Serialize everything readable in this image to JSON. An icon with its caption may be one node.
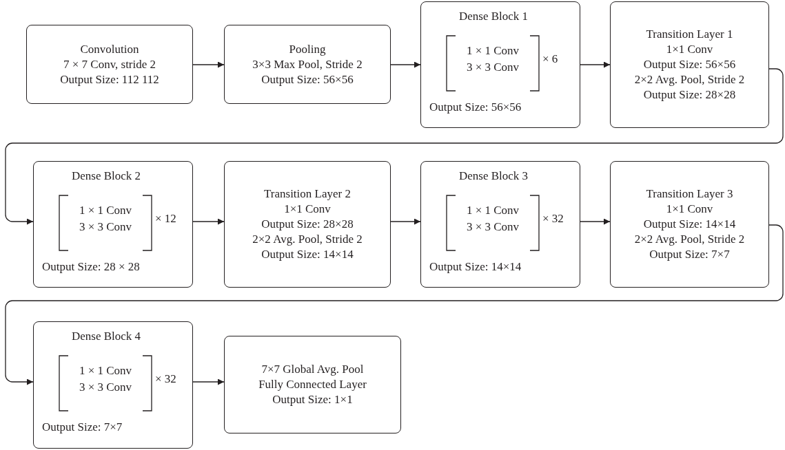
{
  "diagram": {
    "nodes": [
      {
        "text": [
          "Convolution",
          "7 × 7 Conv, stride 2",
          "Output Size: 112 112"
        ]
      },
      {
        "text": [
          "Pooling",
          "3×3 Max Pool, Stride 2",
          "Output Size: 56×56"
        ]
      },
      {
        "text": [
          "Dense Block 1",
          "1 × 1 Conv",
          "3 × 3 Conv",
          "× 6",
          "Output Size: 56×56"
        ]
      },
      {
        "text": [
          "Transition Layer 1",
          "1×1 Conv",
          "Output Size: 56×56",
          "2×2 Avg. Pool, Stride 2",
          "Output Size: 28×28"
        ]
      },
      {
        "text": [
          "Dense Block 2",
          "1 × 1 Conv",
          "3 × 3 Conv",
          "× 12",
          "Output Size: 28 × 28"
        ]
      },
      {
        "text": [
          "Transition Layer 2",
          "1×1 Conv",
          "Output Size: 28×28",
          "2×2 Avg. Pool, Stride 2",
          "Output Size: 14×14"
        ]
      },
      {
        "text": [
          "Dense Block 3",
          "1 × 1 Conv",
          "3 × 3 Conv",
          "× 32",
          "Output Size: 14×14"
        ]
      },
      {
        "text": [
          "Transition Layer 3",
          "1×1 Conv",
          "Output Size: 14×14",
          "2×2 Avg. Pool, Stride 2",
          "Output Size: 7×7"
        ]
      },
      {
        "text": [
          "Dense Block 4",
          "1 × 1 Conv",
          "3 × 3 Conv",
          "× 32",
          "Output Size: 7×7"
        ]
      },
      {
        "text": [
          "7×7 Global Avg. Pool",
          "Fully Connected Layer",
          "Output Size: 1×1"
        ]
      }
    ],
    "edges": [
      {
        "from": 0,
        "to": 1,
        "arrow": "to"
      },
      {
        "from": 1,
        "to": 2,
        "arrow": "to"
      },
      {
        "from": 2,
        "to": 3,
        "arrow": "to"
      },
      {
        "from": 3,
        "to": 4,
        "arrow": "to"
      },
      {
        "from": 4,
        "to": 5,
        "arrow": "to"
      },
      {
        "from": 5,
        "to": 6,
        "arrow": "to"
      },
      {
        "from": 6,
        "to": 7,
        "arrow": "to"
      },
      {
        "from": 7,
        "to": 8,
        "arrow": "to"
      },
      {
        "from": 8,
        "to": 9,
        "arrow": "to"
      }
    ]
  }
}
